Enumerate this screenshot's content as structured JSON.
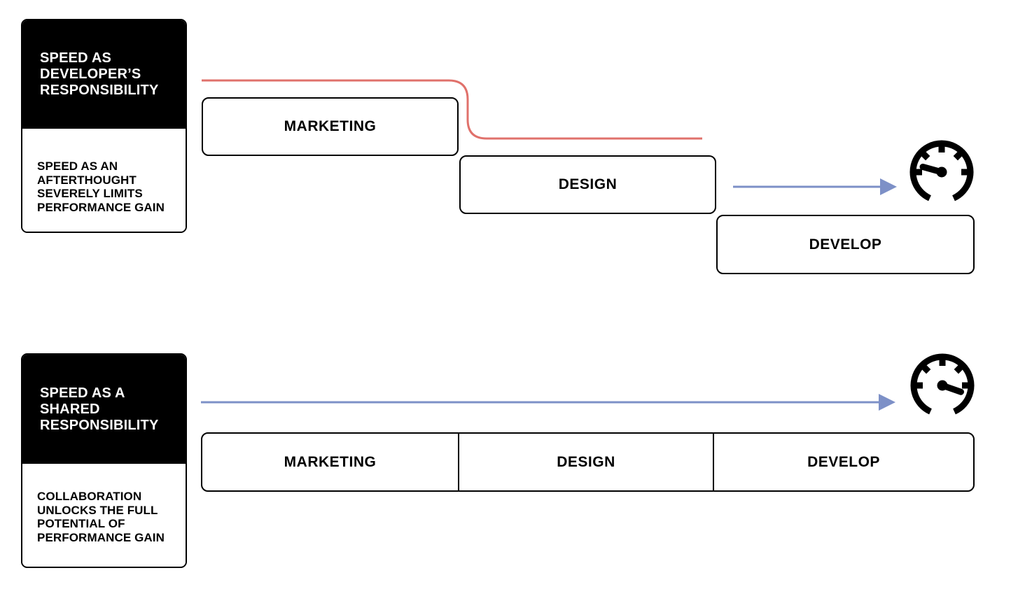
{
  "colors": {
    "red": "#E0716B",
    "blue": "#7D90C7",
    "black": "#000000",
    "white": "#FFFFFF"
  },
  "waterfall_scenario": {
    "card": {
      "title": "SPEED AS\nDEVELOPER’S\nRESPONSIBILITY",
      "body": "SPEED AS AN\nAFTERTHOUGHT\nSEVERELY LIMITS\nPERFORMANCE GAIN"
    },
    "phases": [
      {
        "label": "MARKETING"
      },
      {
        "label": "DESIGN"
      },
      {
        "label": "DEVELOP"
      }
    ],
    "gauge_icon": "speedometer-slow-icon"
  },
  "shared_scenario": {
    "card": {
      "title": "SPEED AS A\nSHARED\nRESPONSIBILITY",
      "body": "COLLABORATION\nUNLOCKS THE FULL\nPOTENTIAL OF\nPERFORMANCE GAIN"
    },
    "phases": [
      {
        "label": "MARKETING"
      },
      {
        "label": "DESIGN"
      },
      {
        "label": "DEVELOP"
      }
    ],
    "gauge_icon": "speedometer-fast-icon"
  }
}
